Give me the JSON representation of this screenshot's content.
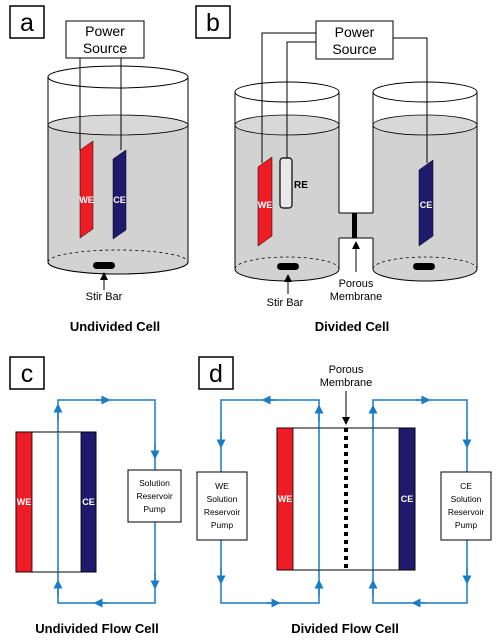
{
  "panels": {
    "a": "a",
    "b": "b",
    "c": "c",
    "d": "d"
  },
  "power_source": [
    "Power",
    "Source"
  ],
  "electrodes": {
    "we": "WE",
    "ce": "CE",
    "re": "RE"
  },
  "labels": {
    "stir_bar": "Stir Bar",
    "porous_membrane": [
      "Porous",
      "Membrane"
    ]
  },
  "captions": {
    "a": "Undivided Cell",
    "b": "Divided Cell",
    "c": "Undivided Flow Cell",
    "d": "Divided Flow Cell"
  },
  "pumps": {
    "c": [
      "Solution",
      "Reservoir",
      "Pump"
    ],
    "d_we": [
      "WE",
      "Solution",
      "Reservoir",
      "Pump"
    ],
    "d_ce": [
      "CE",
      "Solution",
      "Reservoir",
      "Pump"
    ]
  },
  "colors": {
    "we": "#ee1c25",
    "ce": "#1f1a6b",
    "solution": "#d2d2d2",
    "flow_line": "#1a7cc4"
  }
}
